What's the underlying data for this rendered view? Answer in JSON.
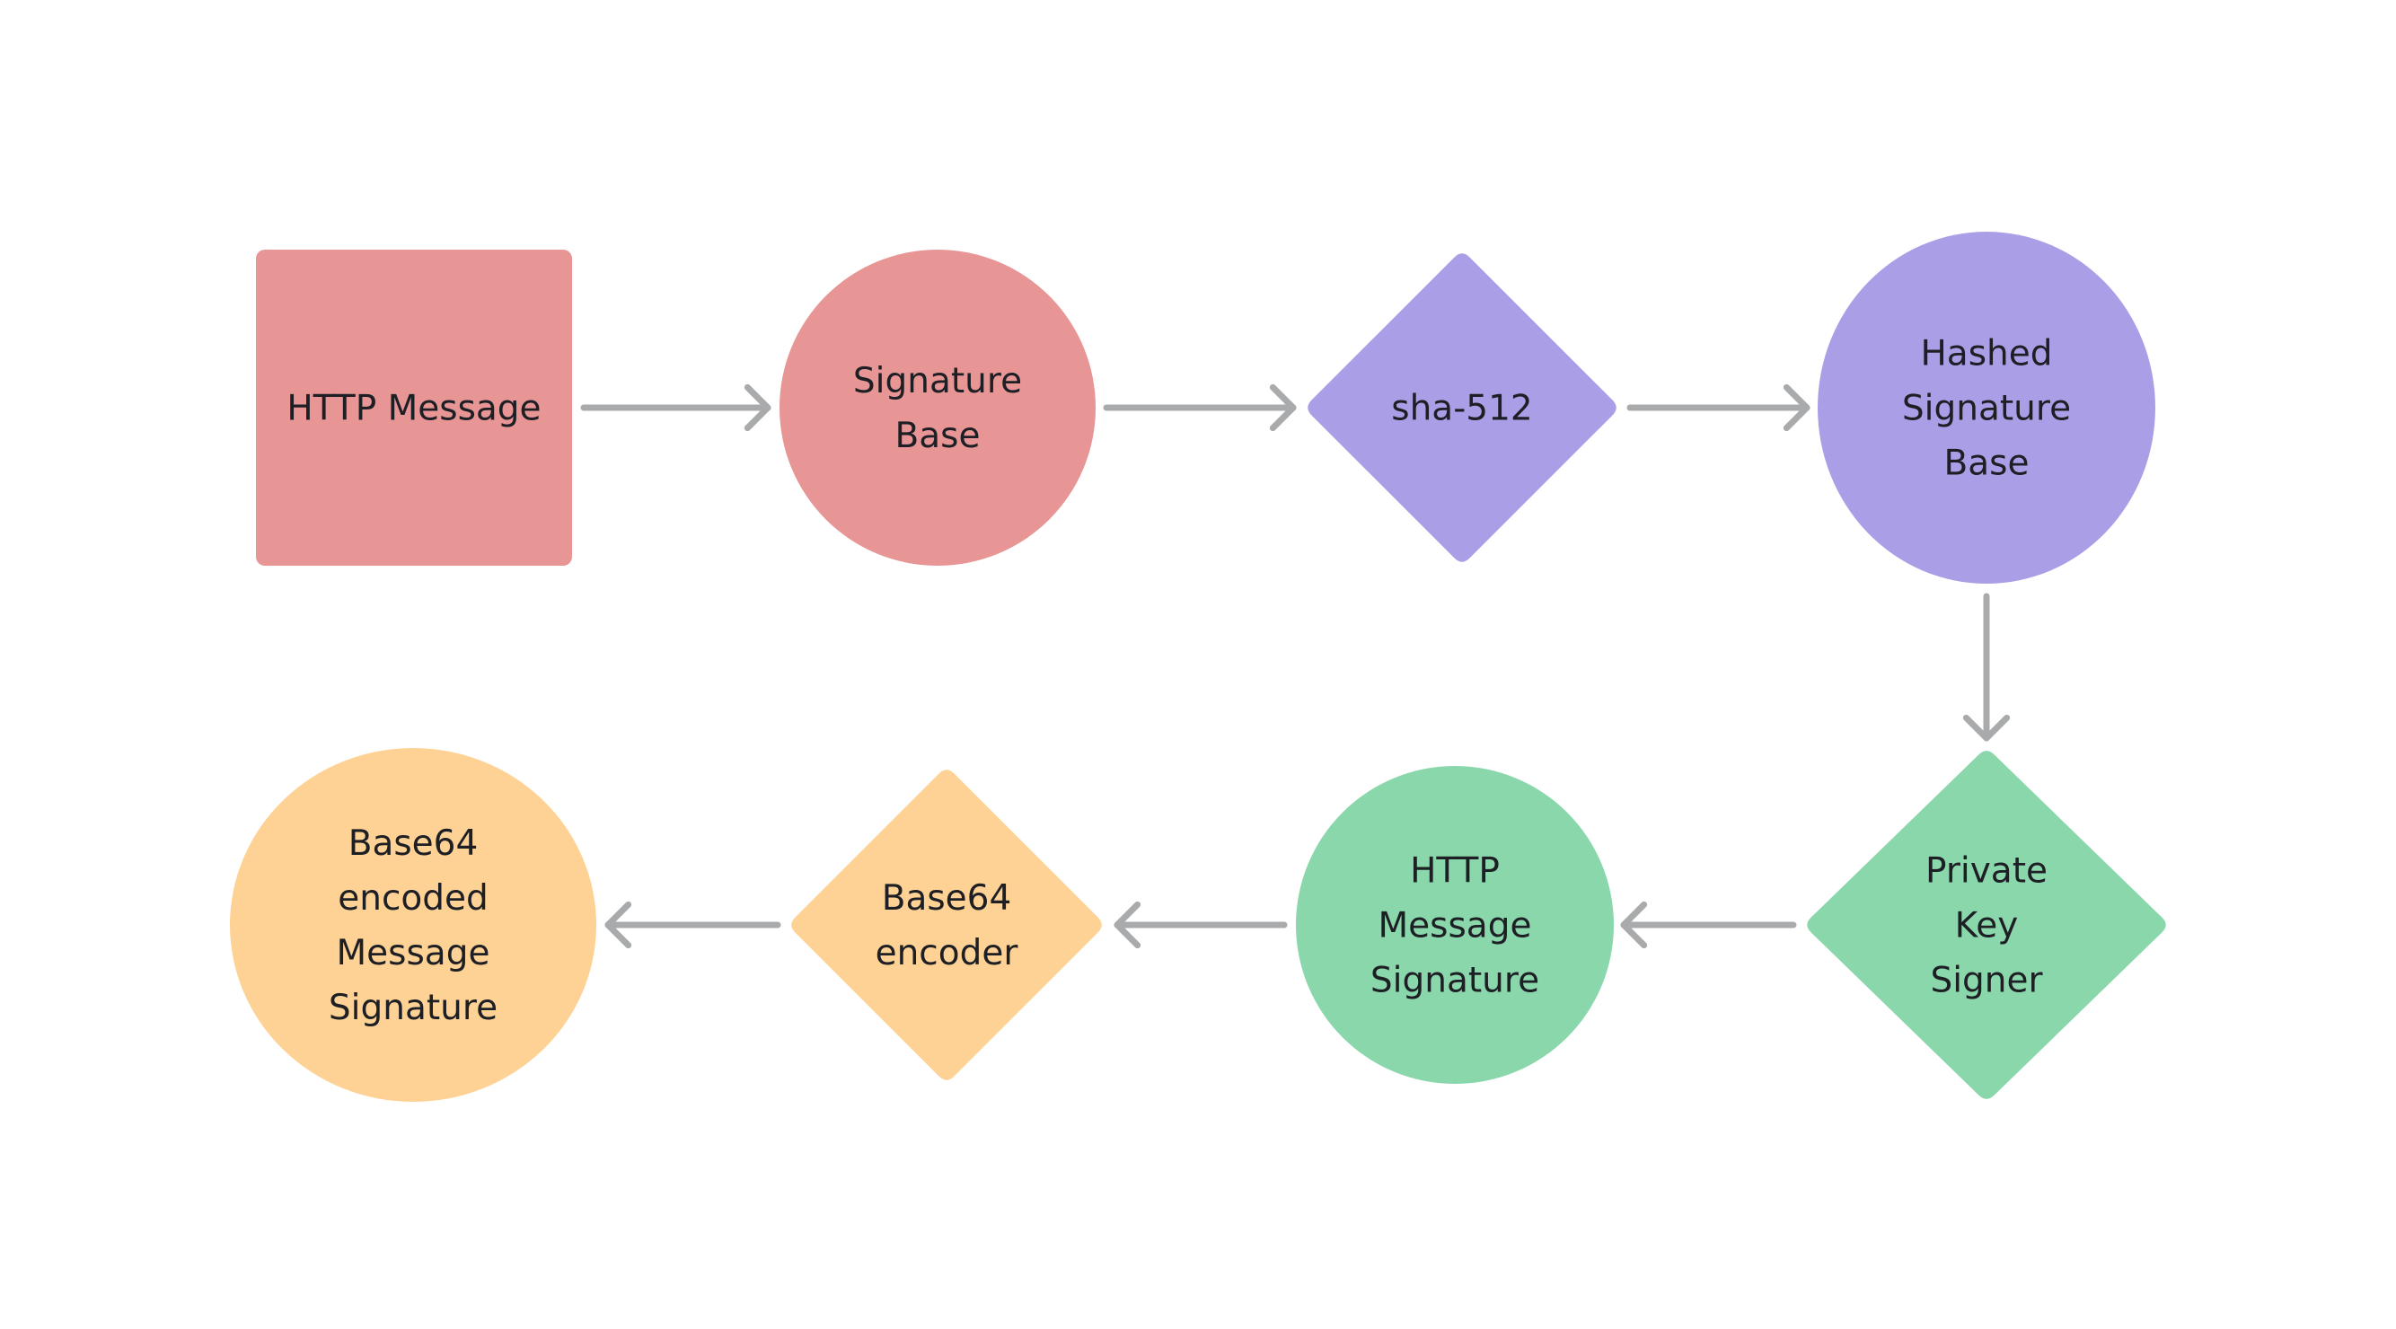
{
  "colors": {
    "background": "#ffffff",
    "red": "#e79595",
    "purple": "#aa9fe7",
    "green": "#8ad7ac",
    "orange": "#fed295",
    "arrow": "#a9aaab",
    "text": "#1d1f24"
  },
  "nodes": [
    {
      "id": "http-message",
      "shape": "square",
      "color": "red",
      "lines": [
        "HTTP Message"
      ]
    },
    {
      "id": "signature-base",
      "shape": "circle",
      "color": "red",
      "lines": [
        "Signature",
        "Base"
      ]
    },
    {
      "id": "sha-512",
      "shape": "diamond",
      "color": "purple",
      "lines": [
        "sha-512"
      ]
    },
    {
      "id": "hashed-signature-base",
      "shape": "circle",
      "color": "purple",
      "lines": [
        "Hashed",
        "Signature",
        "Base"
      ]
    },
    {
      "id": "private-key-signer",
      "shape": "diamond",
      "color": "green",
      "lines": [
        "Private",
        "Key",
        "Signer"
      ]
    },
    {
      "id": "http-message-signature",
      "shape": "circle",
      "color": "green",
      "lines": [
        "HTTP",
        "Message",
        "Signature"
      ]
    },
    {
      "id": "base64-encoder",
      "shape": "diamond",
      "color": "orange",
      "lines": [
        "Base64",
        "encoder"
      ]
    },
    {
      "id": "base64-encoded-message-signature",
      "shape": "circle",
      "color": "orange",
      "lines": [
        "Base64",
        "encoded",
        "Message",
        "Signature"
      ]
    }
  ],
  "edges": [
    {
      "from": "http-message",
      "to": "signature-base"
    },
    {
      "from": "signature-base",
      "to": "sha-512"
    },
    {
      "from": "sha-512",
      "to": "hashed-signature-base"
    },
    {
      "from": "hashed-signature-base",
      "to": "private-key-signer"
    },
    {
      "from": "private-key-signer",
      "to": "http-message-signature"
    },
    {
      "from": "http-message-signature",
      "to": "base64-encoder"
    },
    {
      "from": "base64-encoder",
      "to": "base64-encoded-message-signature"
    }
  ]
}
